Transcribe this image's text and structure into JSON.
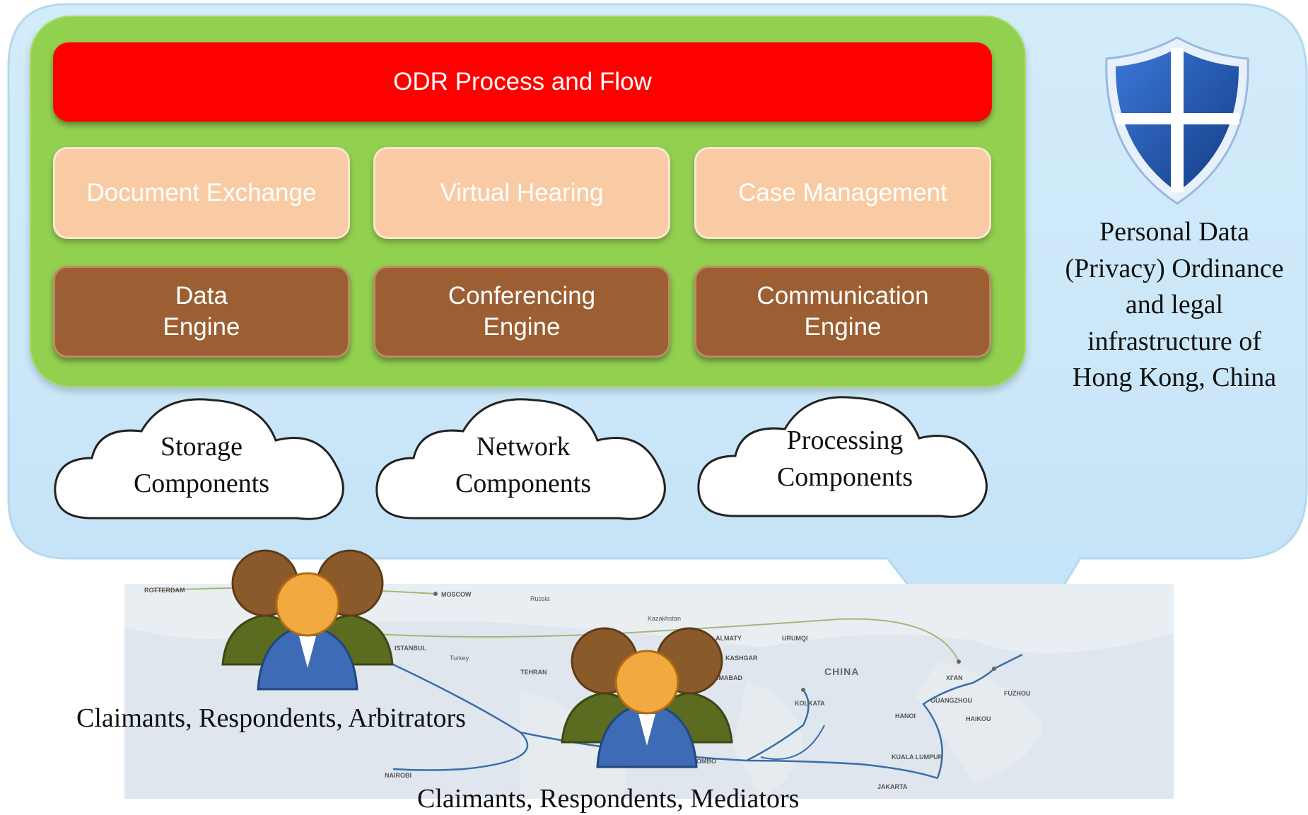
{
  "odr": {
    "title": "ODR Process and Flow"
  },
  "services": [
    {
      "label": "Document Exchange"
    },
    {
      "label": "Virtual Hearing"
    },
    {
      "label": "Case Management"
    }
  ],
  "engines": [
    {
      "line1": "Data",
      "line2": "Engine"
    },
    {
      "line1": "Conferencing",
      "line2": "Engine"
    },
    {
      "line1": "Communication",
      "line2": "Engine"
    }
  ],
  "clouds": [
    {
      "line1": "Storage",
      "line2": "Components"
    },
    {
      "line1": "Network",
      "line2": "Components"
    },
    {
      "line1": "Processing",
      "line2": "Components"
    }
  ],
  "privacy": {
    "line1": "Personal Data",
    "line2": "(Privacy) Ordinance",
    "line3": "and legal",
    "line4": "infrastructure of",
    "line5": "Hong Kong, China"
  },
  "users": {
    "group1": "Claimants, Respondents, Arbitrators",
    "group2": "Claimants, Respondents, Mediators"
  },
  "map": {
    "places": {
      "rotterdam": "ROTTERDAM",
      "moscow": "MOSCOW",
      "russia": "Russia",
      "kazakhstan": "Kazakhstan",
      "istanbul": "ISTANBUL",
      "turkey": "Turkey",
      "tehran": "TEHRAN",
      "almaty": "ALMATY",
      "urumqi": "URUMQI",
      "kashgar": "KASHGAR",
      "islamabad": "ISLAMABAD",
      "china": "CHINA",
      "kolkata": "KOLKATA",
      "xian": "XI'AN",
      "guangzhou": "GUANGZHOU",
      "fuzhou": "FUZHOU",
      "hanoi": "HANOI",
      "haikou": "HAIKOU",
      "colombo": "COLOMBO",
      "kuala_lumpur": "KUALA LUMPUR",
      "jakarta": "JAKARTA",
      "nairobi": "NAIROBI"
    }
  },
  "icons": {
    "shield": "shield-icon",
    "user_group": "user-group-icon",
    "cloud": "cloud-icon"
  },
  "colors": {
    "bubble": "#c9e6f8",
    "platform": "#92d050",
    "odr_bar": "#ff0000",
    "service": "#f8cba4",
    "engine": "#9b5f33",
    "shield": "#1f4e9c"
  }
}
